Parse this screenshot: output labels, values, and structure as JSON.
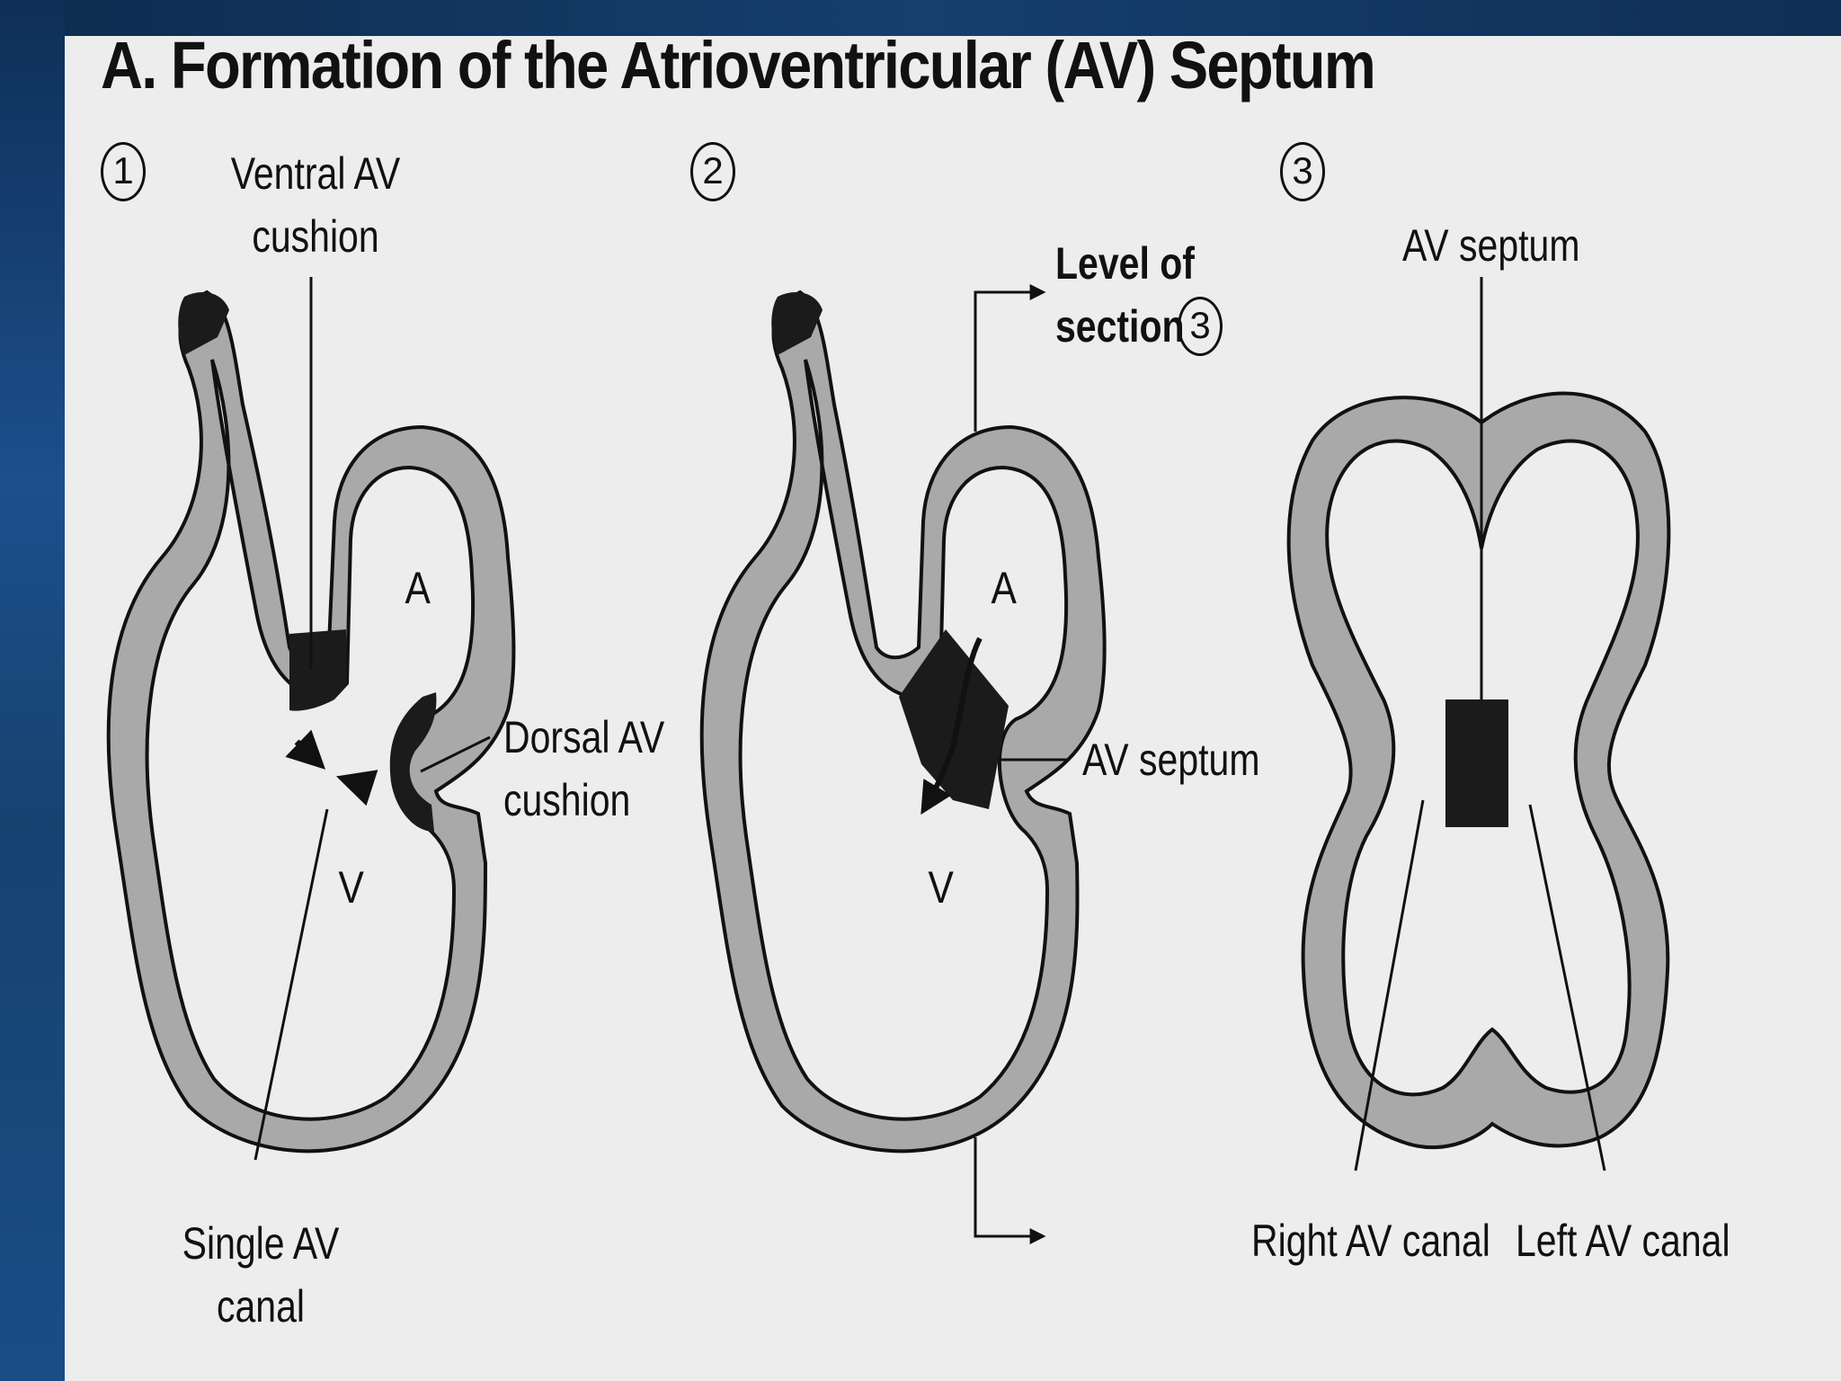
{
  "slide_title": "A. Formation of the Atrioventricular (AV) Septum",
  "colors": {
    "wall": "#a9a9a9",
    "cushion": "#1b1b1b",
    "outline": "#111111",
    "background": "#ededed",
    "frame": "#123a66"
  },
  "panel1": {
    "number": "1",
    "ventral_label": [
      "Ventral AV",
      "cushion"
    ],
    "dorsal_label": [
      "Dorsal AV",
      "cushion"
    ],
    "single_label": [
      "Single AV",
      "canal"
    ],
    "atrium": "A",
    "ventricle": "V"
  },
  "panel2": {
    "number": "2",
    "level_label": [
      "Level of",
      "section"
    ],
    "level_number": "3",
    "septum_label": "AV septum",
    "atrium": "A",
    "ventricle": "V"
  },
  "panel3": {
    "number": "3",
    "septum_label": "AV septum",
    "right_label": "Right AV canal",
    "left_label": "Left AV canal"
  }
}
